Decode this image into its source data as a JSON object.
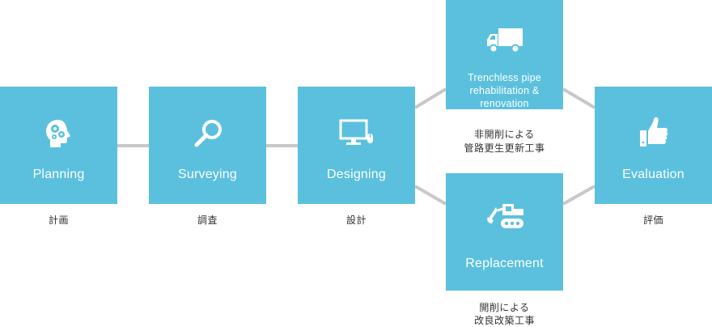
{
  "colors": {
    "box": "#5bc0de",
    "connector": "#c8c8c8",
    "text": "#333333"
  },
  "steps": {
    "planning": {
      "label": "Planning",
      "jp": "計画",
      "icon": "head-gears-icon"
    },
    "surveying": {
      "label": "Surveying",
      "jp": "調査",
      "icon": "magnifier-icon"
    },
    "designing": {
      "label": "Designing",
      "jp": "設計",
      "icon": "monitor-mouse-icon"
    },
    "trenchless": {
      "label_line1": "Trenchless pipe",
      "label_line2": "rehabilitation & renovation",
      "jp_line1": "非開削による",
      "jp_line2": "管路更生更新工事",
      "icon": "truck-icon"
    },
    "replacement": {
      "label": "Replacement",
      "jp_line1": "開削による",
      "jp_line2": "改良改築工事",
      "icon": "excavator-icon"
    },
    "evaluation": {
      "label": "Evaluation",
      "jp": "評価",
      "icon": "thumbs-up-icon"
    }
  }
}
